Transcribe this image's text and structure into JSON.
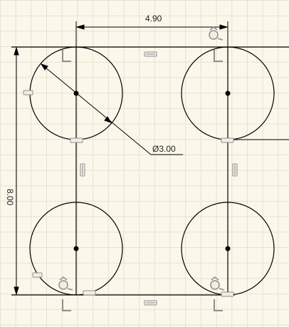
{
  "sketch": {
    "dimensions": {
      "horizontal": "4.90",
      "vertical": "8.00",
      "diameter": "Ø3.00"
    },
    "colors": {
      "background": "#fbf7ea",
      "grid": "#e7e1cf",
      "geometry": "#000000",
      "constraint_glyph": "#8f8f8f"
    },
    "icons": [
      "horizontal-constraint-icon",
      "vertical-constraint-icon",
      "coincident-constraint-icon",
      "fix-constraint-icon"
    ]
  }
}
